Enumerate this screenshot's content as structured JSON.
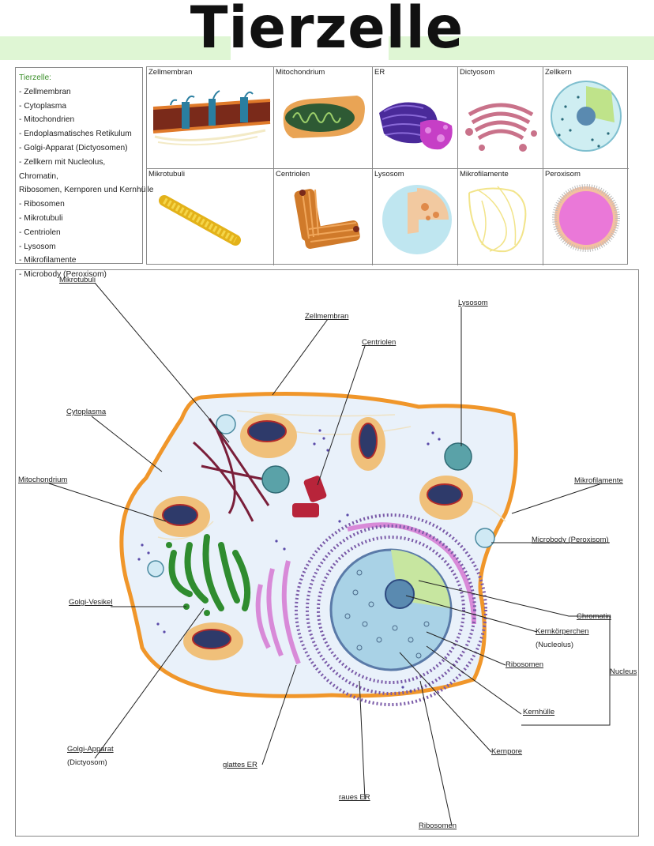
{
  "title": "Tierzelle",
  "organelle_list": {
    "heading": "Tierzelle:",
    "items": [
      "- Zellmembran",
      "- Cytoplasma",
      "- Mitochondrien",
      "- Endoplasmatisches Retikulum",
      "- Golgi-Apparat (Dictyosomen)",
      "- Zellkern mit Nucleolus, Chromatin,",
      "Ribosomen,  Kernporen und Kernhülle",
      "- Ribosomen",
      "- Mikrotubuli",
      "- Centriolen",
      "- Lysosom",
      "- Mikrofilamente",
      "- Microbody (Peroxisom)"
    ]
  },
  "gallery": {
    "zellmembran": "Zellmembran",
    "mitochondrium": "Mitochondrium",
    "er": "ER",
    "dictyosom": "Dictyosom",
    "zellkern": "Zellkern",
    "mikrotubuli": "Mikrotubuli",
    "centriolen": "Centriolen",
    "lysosom": "Lysosom",
    "mikrofilamente": "Mikrofilamente",
    "peroxisom": "Peroxisom"
  },
  "diagram": {
    "mikrotubuli": "Mikrotubuli",
    "zellmembran": "Zellmembran",
    "centriolen": "Centriolen",
    "lysosom": "Lysosom",
    "cytoplasma": "Cytoplasma",
    "mitochondrium": "Mitochondrium",
    "mikrofilamente": "Mikrofilamente",
    "microbody": "Microbody (Peroxisom)",
    "golgi_vesikel": "Golgi-Vesikel",
    "chromatin": "Chromatin",
    "kernkoerperchen": "Kernkörperchen",
    "nucleolus": "(Nucleolus)",
    "ribosomen_nucleus": "Ribosomen",
    "nucleus": "Nucleus",
    "kernhuelle": "Kernhülle",
    "golgi_apparat": "Golgi-Apparat",
    "dictyosom": "(Dictyosom)",
    "glattes_er": "glattes ER",
    "kernpore": "Kernpore",
    "raues_er": "raues ER",
    "ribosomen": "Ribosomen"
  },
  "colors": {
    "title_bar": "#dff6d4",
    "membrane": "#f0962a",
    "cytoplasm": "#e9f1fa",
    "nucleus": "#a9d2e6",
    "golgi": "#2f8c2f",
    "smooth_er": "#d88ad8",
    "rough_er": "#7a5aa8",
    "list_heading": "#3b8f2a"
  }
}
